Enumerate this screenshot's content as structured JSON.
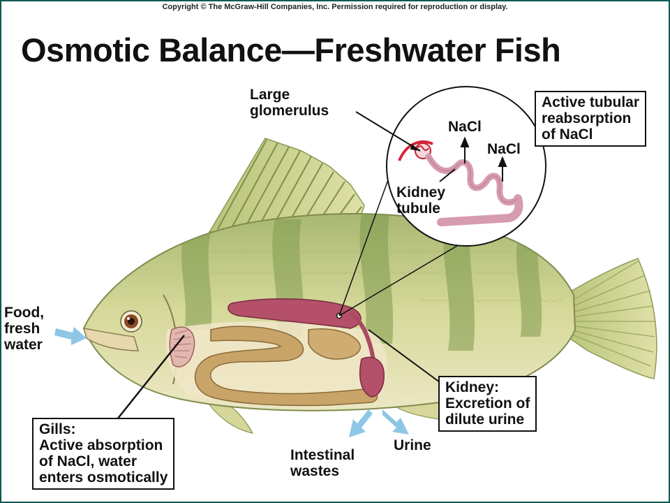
{
  "copyright": "Copyright © The McGraw-Hill Companies, Inc. Permission required for reproduction or display.",
  "title": "Osmotic Balance—Freshwater Fish",
  "labels": {
    "large_glomerulus": [
      "Large",
      "glomerulus"
    ],
    "nacl_1": "NaCl",
    "nacl_2": "NaCl",
    "kidney_tubule": [
      "Kidney",
      "tubule"
    ],
    "active_tubular": [
      "Active tubular",
      "reabsorption",
      "of NaCl"
    ],
    "food_water": [
      "Food,",
      "fresh",
      "water"
    ],
    "gills": [
      "Gills:",
      "Active absorption",
      "of NaCl, water",
      "enters osmotically"
    ],
    "kidney": [
      "Kidney:",
      "Excretion of",
      "dilute urine"
    ],
    "intestinal_wastes": [
      "Intestinal",
      "wastes"
    ],
    "urine": "Urine"
  },
  "colors": {
    "frame": "#0e5a52",
    "fish_body": "#c9cf88",
    "fish_stripes": "#7f9a4e",
    "fins": "#cfd28a",
    "kidney": "#b4506a",
    "gut": "#c8a468",
    "tubule": "#d79bb0",
    "arrow_blue": "#8ec6e6"
  }
}
